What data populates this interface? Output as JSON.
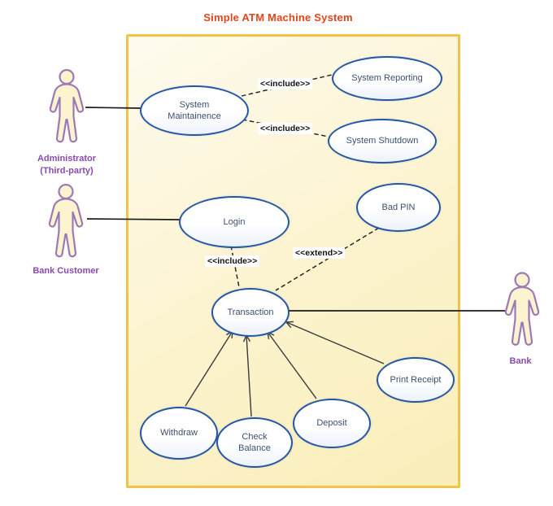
{
  "title": "Simple ATM Machine System",
  "actors": {
    "administrator": {
      "line1": "Administrator",
      "line2": "(Third-party)"
    },
    "bank_customer": {
      "line1": "Bank Customer"
    },
    "bank": {
      "line1": "Bank"
    }
  },
  "use_cases": {
    "system_maintainence": "System Maintainence",
    "system_reporting": "System Reporting",
    "system_shutdown": "System Shutdown",
    "login": "Login",
    "bad_pin": "Bad PIN",
    "transaction": "Transaction",
    "withdraw": "Withdraw",
    "check_balance": "Check Balance",
    "deposit": "Deposit",
    "print_receipt": "Print Receipt"
  },
  "stereotype_labels": {
    "include_maintenance_reporting": "<<include>>",
    "include_maintenance_shutdown": "<<include>>",
    "include_login_transaction": "<<include>>",
    "extend_badpin_transaction": "<<extend>>"
  },
  "colors": {
    "title": "#E2451A",
    "boundary_border": "#F2C348",
    "boundary_fill": "#FBF1C4",
    "ellipse_border": "#2456A4",
    "ellipse_text": "#3A5070",
    "actor_outline": "#9B79B6",
    "actor_fill": "#FCF3CF",
    "actor_label": "#8A4AAD",
    "connector": "#1B1B1B"
  }
}
